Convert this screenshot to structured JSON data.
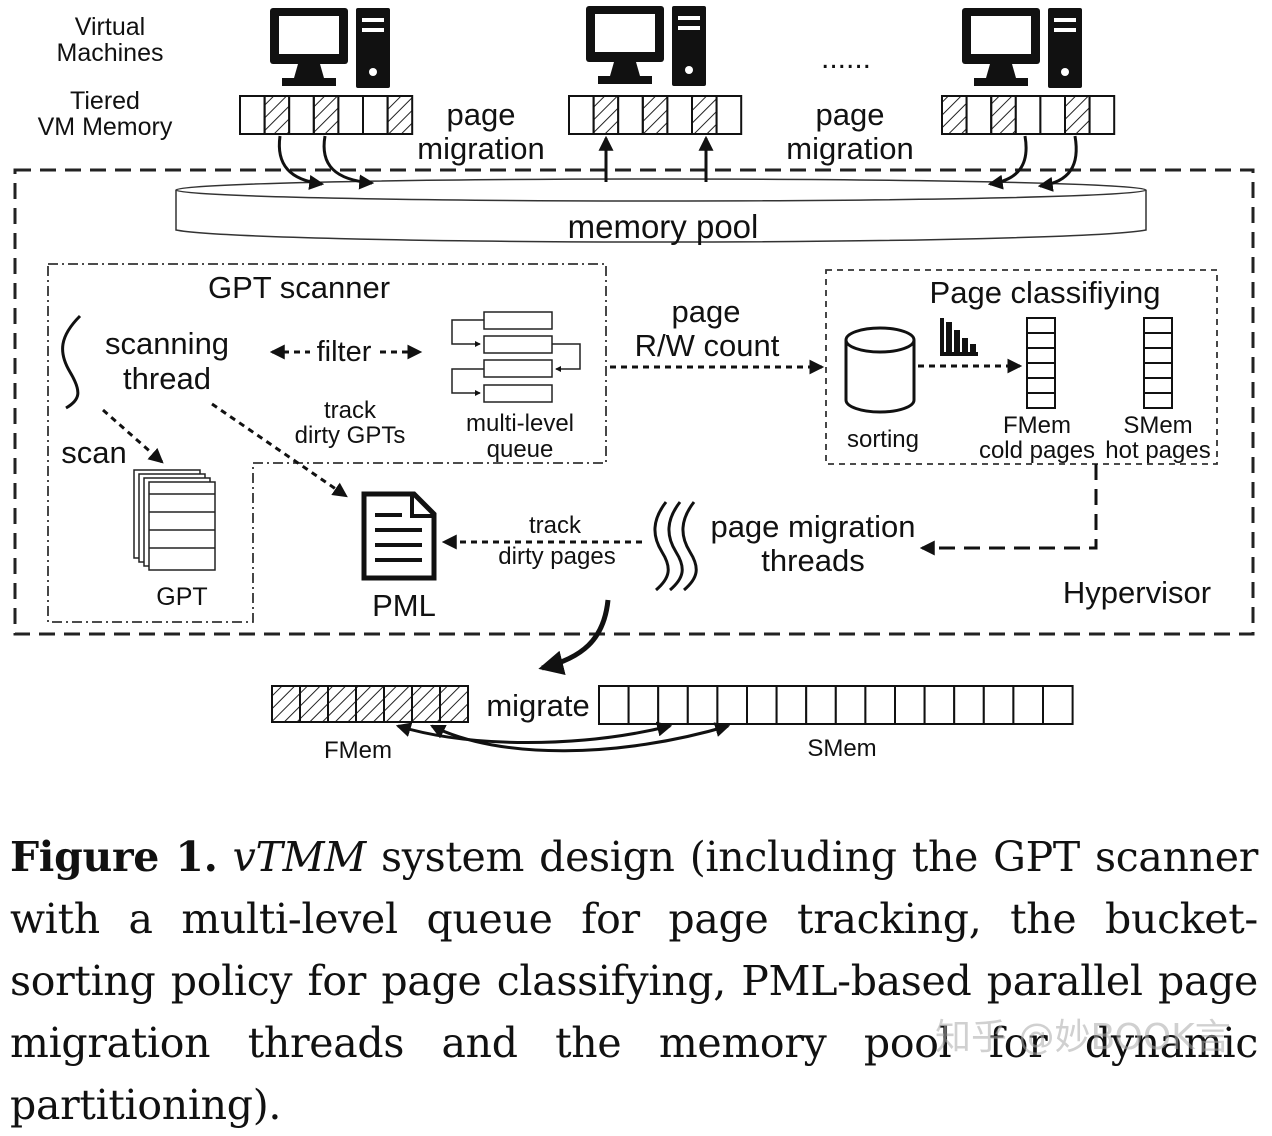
{
  "labels": {
    "virtual": "Virtual",
    "machines": "Machines",
    "tiered": "Tiered",
    "vm_memory": "VM Memory",
    "page1": "page",
    "migration1": "migration",
    "page2": "page",
    "migration2": "migration",
    "dots": "......",
    "memory_pool": "memory pool",
    "gpt_scanner": "GPT scanner",
    "scanning": "scanning",
    "thread": "thread",
    "filter": "filter",
    "track1": "track",
    "dirty_gpts": "dirty GPTs",
    "multi_level": "multi-level",
    "queue": "queue",
    "scan": "scan",
    "gpt": "GPT",
    "pml": "PML",
    "rw_page": "page",
    "rw_count": "R/W count",
    "page_classifying": "Page classifiying",
    "sorting": "sorting",
    "fmem_label": "FMem",
    "cold_pages": "cold pages",
    "smem_label": "SMem",
    "hot_pages": "hot pages",
    "track2": "track",
    "dirty_pages": "dirty pages",
    "pm_threads1": "page migration",
    "pm_threads2": "threads",
    "hypervisor": "Hypervisor",
    "migrate": "migrate",
    "fmem_bottom": "FMem",
    "smem_bottom": "SMem"
  },
  "caption": {
    "figure": "Figure 1.",
    "system": "vTMM",
    "text": " system design (including the GPT scanner with a multi-level queue for page tracking, the bucket-sorting policy for page classifying, PML-based parallel page migration threads and the memory pool for dynamic partitioning)."
  },
  "watermark": "知乎 @妙BOOK言"
}
